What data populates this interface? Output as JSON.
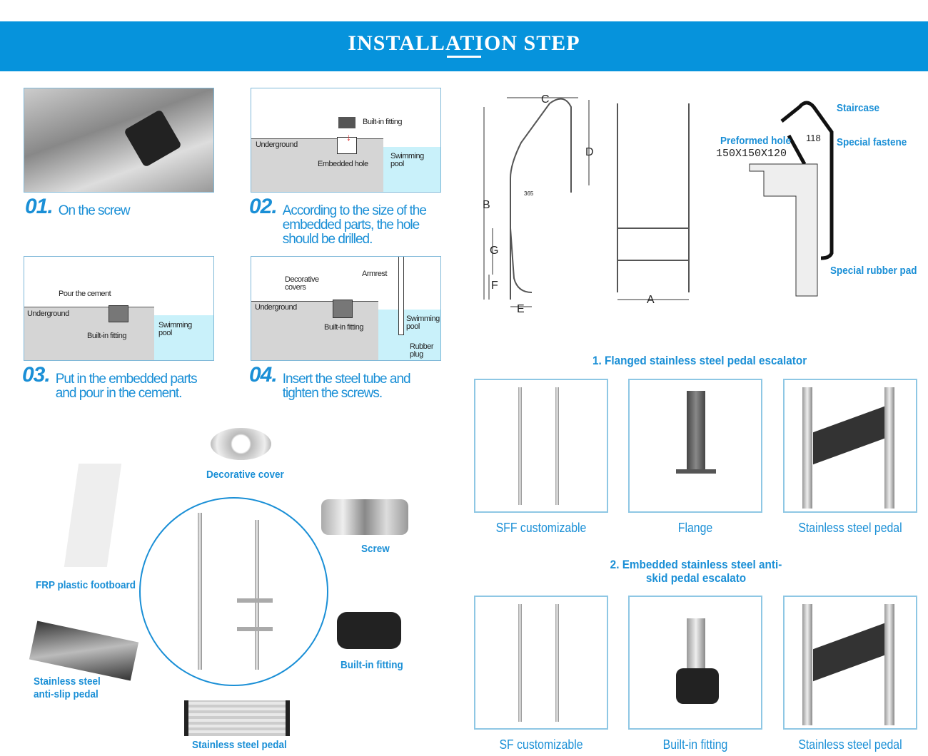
{
  "banner": {
    "title": "INSTALLATION STEP"
  },
  "steps": [
    {
      "num": "01.",
      "text": "On the screw"
    },
    {
      "num": "02.",
      "text": "According to the size of the embedded parts, the hole should be drilled."
    },
    {
      "num": "03.",
      "text": "Put in the embedded parts and pour in the cement."
    },
    {
      "num": "04.",
      "text": "Insert the steel tube and tighten the screws."
    }
  ],
  "diagram2": {
    "fitting": "Built-in fitting",
    "underground": "Underground",
    "hole": "Embedded hole",
    "pool": "Swimming pool"
  },
  "diagram3": {
    "cement": "Pour the cement",
    "underground": "Underground",
    "fitting": "Built-in fitting",
    "pool": "Swimming pool"
  },
  "diagram4": {
    "covers": "Decorative covers",
    "armrest": "Armrest",
    "underground": "Underground",
    "fitting": "Built-in fitting",
    "pool": "Swimming pool",
    "plug": "Rubber plug"
  },
  "dimensions": {
    "labels": [
      "C",
      "D",
      "B",
      "G",
      "F",
      "E",
      "A"
    ],
    "mid": "365"
  },
  "section": {
    "staircase": "Staircase",
    "preformed": "Preformed hole",
    "preformed_size": "150X150X120",
    "dim": "118",
    "fastener": "Special fastene",
    "pad": "Special rubber pad"
  },
  "parts": {
    "cover": "Decorative cover",
    "screw": "Screw",
    "footboard": "FRP plastic footboard",
    "fitting": "Built-in fitting",
    "antislip": "Stainless steel anti-slip pedal",
    "pedal": "Stainless steel pedal"
  },
  "types": [
    {
      "title": "1. Flanged stainless steel pedal escalator",
      "items": [
        "SFF customizable",
        "Flange",
        "Stainless steel pedal"
      ]
    },
    {
      "title": "2. Embedded stainless steel anti-skid pedal escalato",
      "items": [
        "SF customizable",
        "Built-in fitting",
        "Stainless steel pedal"
      ]
    }
  ],
  "colors": {
    "brand": "#0693dc",
    "text": "#1a8fd6"
  }
}
